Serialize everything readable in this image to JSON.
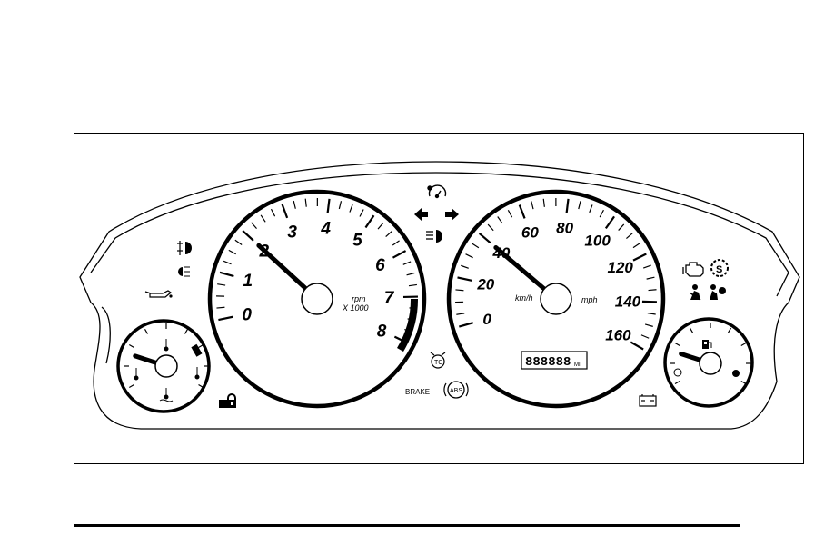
{
  "tachometer": {
    "tick_labels": [
      "0",
      "1",
      "2",
      "3",
      "4",
      "5",
      "6",
      "7",
      "8"
    ],
    "unit_line1": "rpm",
    "unit_line2": "X 1000",
    "needle_value": 2
  },
  "speedometer": {
    "tick_labels": [
      "0",
      "20",
      "40",
      "60",
      "80",
      "100",
      "120",
      "140",
      "160"
    ],
    "unit_left": "km/h",
    "unit_right": "mph",
    "needle_value": 40
  },
  "odometer": {
    "display": "888888",
    "unit": "MI"
  },
  "temp_gauge": {
    "needle_level": 0.2
  },
  "fuel_gauge": {
    "needle_level": 0.2
  },
  "indicators": {
    "brake_label": "BRAKE",
    "abs_label": "ABS",
    "tc_label": "TC",
    "service_label": "S"
  },
  "icons": [
    "cruise-icon",
    "turn-left-arrow-icon",
    "turn-right-arrow-icon",
    "high-beam-icon",
    "front-fog-icon",
    "rear-fog-icon",
    "oil-can-icon",
    "security-lock-icon",
    "check-engine-icon",
    "service-icon",
    "seatbelt-icon",
    "airbag-icon",
    "battery-icon",
    "traction-control-icon",
    "abs-icon",
    "fuel-pump-icon"
  ]
}
